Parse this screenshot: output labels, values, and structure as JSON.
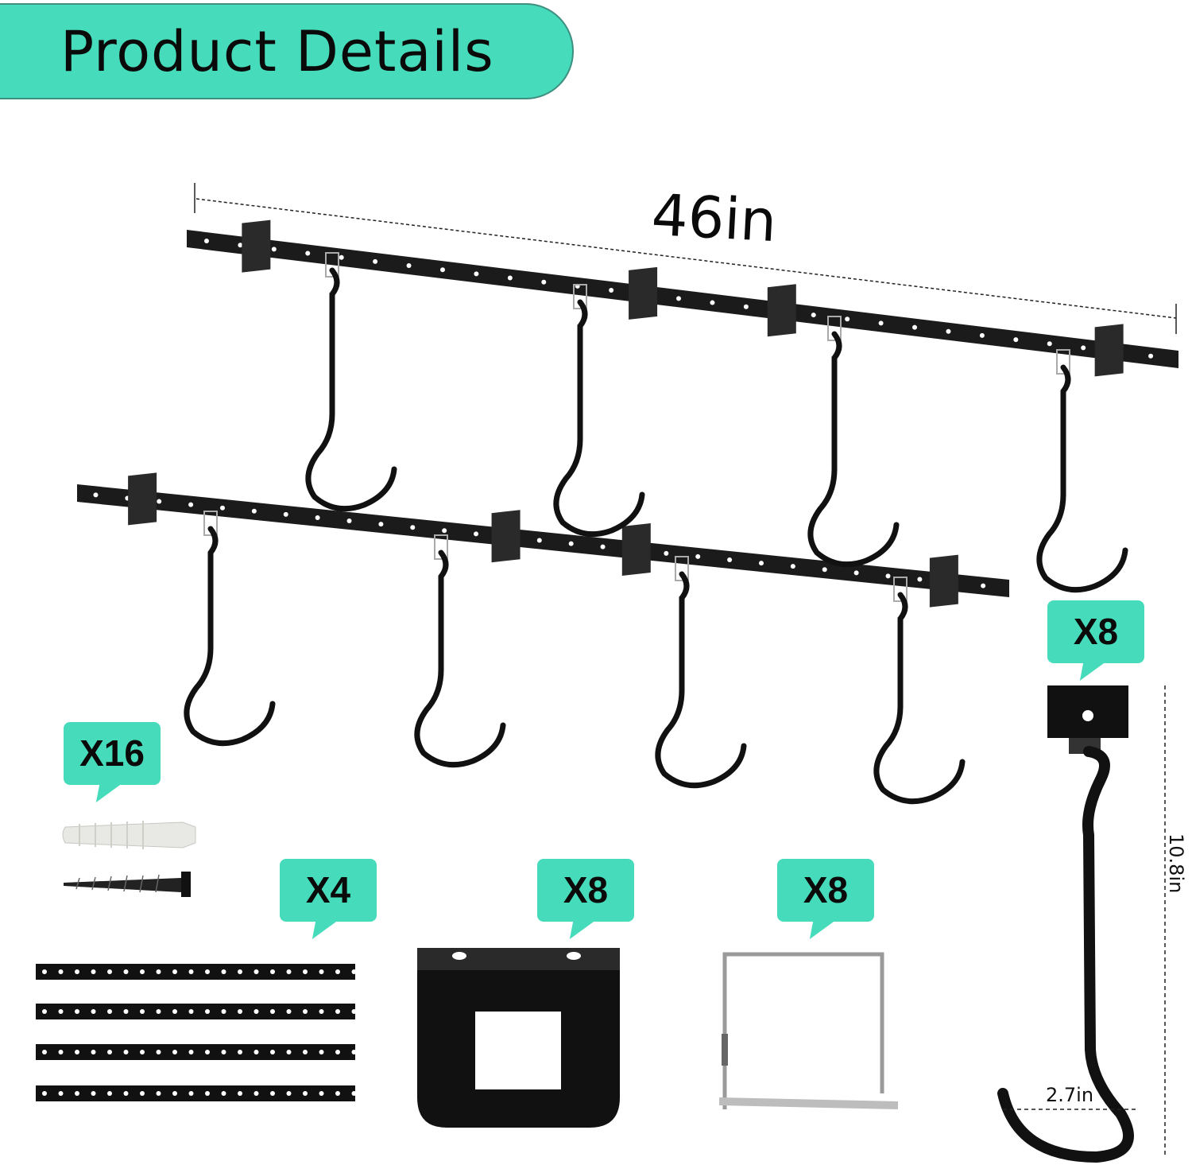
{
  "header": {
    "title": "Product Details"
  },
  "dimensions": {
    "length": "46in",
    "hook_height": "10.8in",
    "hook_width": "2.7in"
  },
  "quantities": {
    "hook_assembly": "X8",
    "anchors_screws": "X16",
    "straps": "X4",
    "brackets": "X8",
    "pins": "X8"
  },
  "colors": {
    "accent": "#45dbbb",
    "product": "#1a1a1a"
  }
}
